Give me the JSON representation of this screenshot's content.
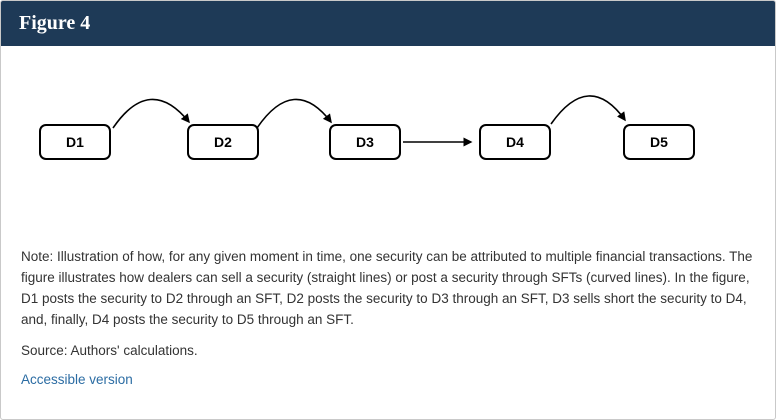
{
  "header": {
    "title": "Figure 4",
    "bg_color": "#1e3a57",
    "text_color": "#ffffff"
  },
  "diagram": {
    "nodes": [
      {
        "id": "D1",
        "label": "D1"
      },
      {
        "id": "D2",
        "label": "D2"
      },
      {
        "id": "D3",
        "label": "D3"
      },
      {
        "id": "D4",
        "label": "D4"
      },
      {
        "id": "D5",
        "label": "D5"
      }
    ],
    "connections": [
      {
        "from": "D1",
        "to": "D2",
        "type": "curved",
        "meaning": "posts security through SFT"
      },
      {
        "from": "D2",
        "to": "D3",
        "type": "curved",
        "meaning": "posts security through SFT"
      },
      {
        "from": "D3",
        "to": "D4",
        "type": "straight",
        "meaning": "sells short the security"
      },
      {
        "from": "D4",
        "to": "D5",
        "type": "curved",
        "meaning": "posts security through SFT"
      }
    ]
  },
  "note": "Note: Illustration of how, for any given moment in time, one security can be attributed to multiple financial transactions. The figure illustrates how dealers can sell a security (straight lines) or post a security through SFTs (curved lines). In the figure, D1 posts the security to D2 through an SFT, D2 posts the security to D3 through an SFT, D3 sells short the security to D4, and, finally, D4 posts the security to D5 through an SFT.",
  "source": "Source: Authors' calculations.",
  "accessible_link": {
    "label": "Accessible version",
    "color": "#2b6ca3"
  }
}
